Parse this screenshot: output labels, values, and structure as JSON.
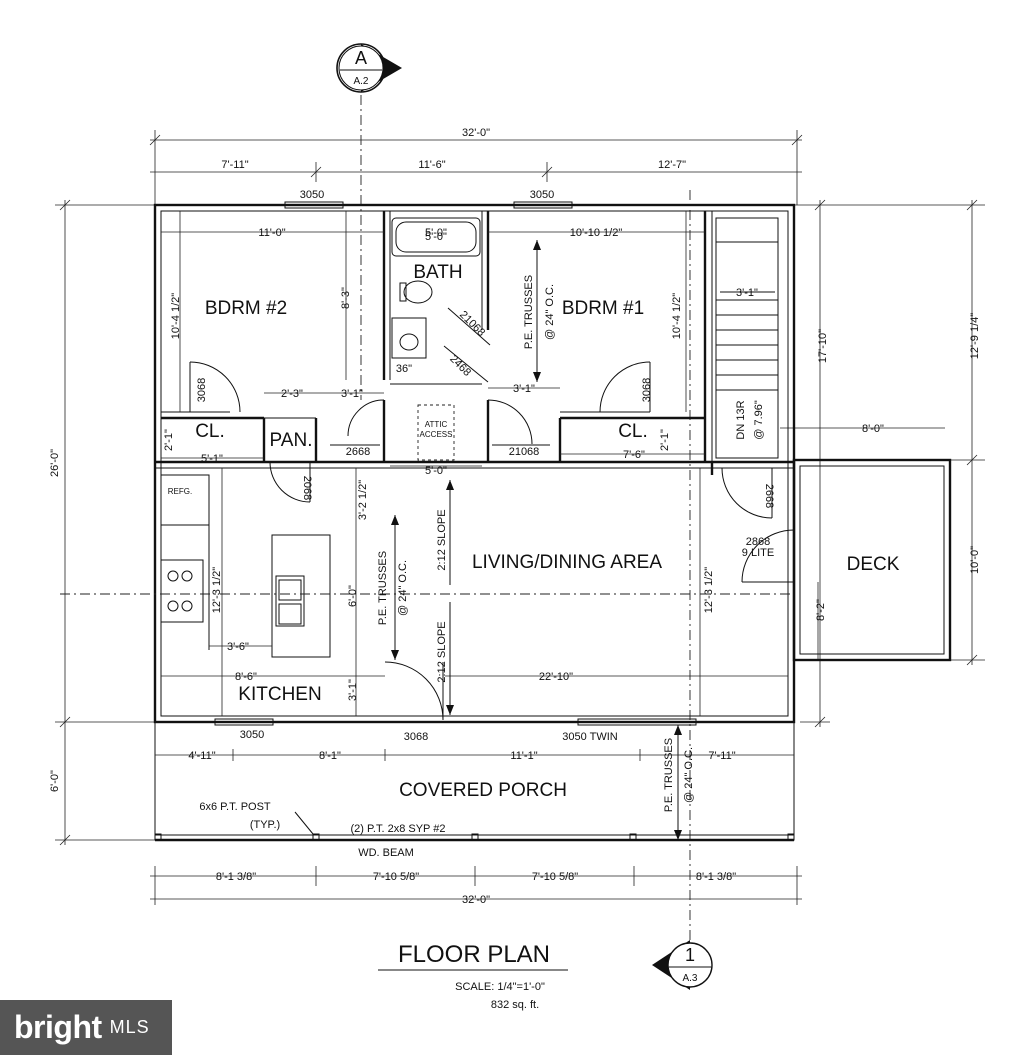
{
  "title": "FLOOR PLAN",
  "scale": "SCALE: 1/4\"=1'-0\"",
  "area": "832 sq. ft.",
  "section_markers": [
    {
      "letter": "A",
      "sheet": "A.2"
    },
    {
      "letter": "1",
      "sheet": "A.3"
    }
  ],
  "rooms": {
    "bdrm2": "BDRM #2",
    "bdrm1": "BDRM #1",
    "bath": "BATH",
    "living": "LIVING/DINING AREA",
    "kitchen": "KITCHEN",
    "deck": "DECK",
    "porch": "COVERED PORCH",
    "cl_left": "CL.",
    "cl_right": "CL.",
    "pan": "PAN.",
    "attic": [
      "ATTIC",
      "ACCESS"
    ],
    "refg": "REFG."
  },
  "dims": {
    "top_total": "32'-0\"",
    "top_1": "7'-11\"",
    "top_2": "11'-6\"",
    "top_3": "12'-7\"",
    "left_total": "26'-0\"",
    "left_porch": "6'-0\"",
    "right_stair": "17'-10\"",
    "right_far": "12'-9 1/4\"",
    "right_deck": "10'-0\"",
    "bdrm2_w": "11'-0\"",
    "bath_w": "5'-0\"",
    "bdrm1_w": "10'-10 1/2\"",
    "bdrm2_h": "10'-4 1/2\"",
    "bdrm1_h": "10'-4 1/2\"",
    "hall_h": "8'-3\"",
    "cl_l_w": "2'-3\"",
    "hall_w_l": "3'-1\"",
    "hall_w_r": "3'-1\"",
    "stair_w": "3'-1\"",
    "cl_left_d": "2'-1\"",
    "cl_right_d": "2'-1\"",
    "cl_left_w": "5'-1\"",
    "cl_right_w": "7'-6\"",
    "hall_5": "5'-0\"",
    "deck_w": "8'-0\"",
    "kit_h_l": "12'-3 1/2\"",
    "liv_h_r": "12'-3 1/2\"",
    "island_w": "3'-6\"",
    "island_gap": "3'-2 1/2\"",
    "island_h": "6'-0\"",
    "kit_w": "8'-6\"",
    "kit_gap": "3'-1\"",
    "liv_w": "22'-10\"",
    "deck_door": "8'-2\"",
    "porch_1": "4'-11\"",
    "porch_2": "8'-1\"",
    "porch_3": "11'-1\"",
    "porch_4": "7'-11\"",
    "bot_1": "8'-1 3/8\"",
    "bot_2": "7'-10 5/8\"",
    "bot_3": "7'-10 5/8\"",
    "bot_4": "8'-1 3/8\"",
    "bot_total": "32'-0\""
  },
  "tags": {
    "win_bdrm2": "3050",
    "win_bdrm1": "3050",
    "tub": "5'-0\"",
    "vanity": "36\"",
    "door_bath": "21068",
    "door_hall": "2468",
    "door_cl_l": "3068",
    "door_cl_r": "3068",
    "door_2668": "2668",
    "door_21068": "21068",
    "door_pan": "2068",
    "door_stair": "2668",
    "door_deck": "2868",
    "door_deck_2": "9 LITE",
    "win_kitchen": "3050",
    "door_front": "3068",
    "win_living": "3050 TWIN",
    "stair": "DN 13R",
    "stair_2": "@ 7.96\"",
    "truss_1": "P.E. TRUSSES",
    "truss_1b": "@ 24\" O.C.",
    "truss_2": "P.E. TRUSSES",
    "truss_2b": "@ 24\" O.C.",
    "truss_3": "P.E. TRUSSES",
    "truss_3b": "@ 24\" O.C.",
    "slope_up": "2:12 SLOPE",
    "slope_dn": "2:12 SLOPE",
    "post": "6x6 P.T. POST",
    "post_typ": "(TYP.)",
    "beam": "(2) P.T. 2x8 SYP #2",
    "beam_2": "WD. BEAM"
  },
  "brand": {
    "name": "bright",
    "suffix": "MLS"
  }
}
